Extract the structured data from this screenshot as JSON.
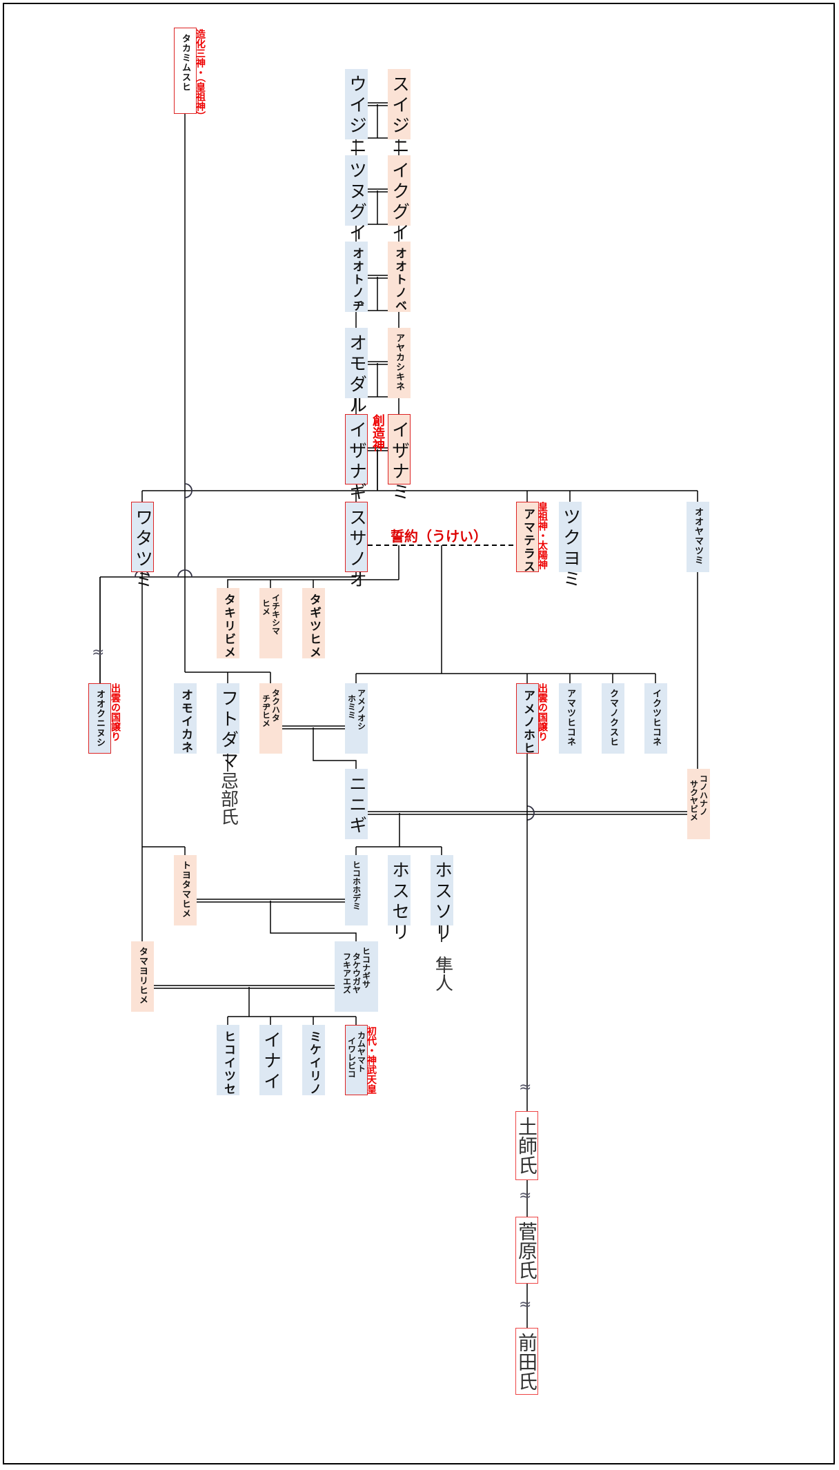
{
  "title": "Kami genealogy chart",
  "nodes": {
    "takamimusuhi": [
      "タカミムスヒ"
    ],
    "uijini": [
      "ウイジニ"
    ],
    "suijini": [
      "スイジニ"
    ],
    "tsunugui": [
      "ツヌグイ"
    ],
    "ikugui": [
      "イクグイ"
    ],
    "ootonochi": [
      "オオトノヂ"
    ],
    "ootonobe": [
      "オオトノベ"
    ],
    "omodaru": [
      "オモダル"
    ],
    "ayakashikine": [
      "アヤカシキネ"
    ],
    "izanagi": [
      "イザナギ"
    ],
    "izanami": [
      "イザナミ"
    ],
    "watatsumi": [
      "ワタツミ"
    ],
    "susanoo": [
      "スサノオ"
    ],
    "amaterasu": [
      "アマテラス"
    ],
    "tsukuyomi": [
      "ツクヨミ"
    ],
    "ooyamatsumi": [
      "オオヤマツミ"
    ],
    "takiribime": [
      "タキリビメ"
    ],
    "ichikishimahime": [
      "イチキシマ",
      "ヒメ"
    ],
    "tagitsuhime": [
      "タギツヒメ"
    ],
    "ookuninushi": [
      "オオクニヌシ"
    ],
    "omoikane": [
      "オモイカネ"
    ],
    "futodama": [
      "フトダマ"
    ],
    "takuhatachiji": [
      "タクハタ",
      "チヂヒメ"
    ],
    "amenooshihomimi": [
      "アメノオシ",
      "ホミミ"
    ],
    "amenohohi": [
      "アメノホヒ"
    ],
    "amatsuhikone": [
      "アマツヒコネ"
    ],
    "kumanokusuhi": [
      "クマノクスヒ"
    ],
    "ikutsuhikone": [
      "イクツヒコネ"
    ],
    "ninigi": [
      "ニニギ"
    ],
    "konohanasakuya": [
      "コノハナノ",
      "サクヤビメ"
    ],
    "toyotamahime": [
      "トヨタマヒメ"
    ],
    "hikohohodemi": [
      "ヒコホホデミ"
    ],
    "hoseri": [
      "ホスセリ"
    ],
    "hosori": [
      "ホスソリ"
    ],
    "tamayorihime": [
      "タマヨリヒメ"
    ],
    "ugayafukiaezu": [
      "ヒコナギサ",
      "タケウガヤ",
      "フキアエズ"
    ],
    "hikoitsuse": [
      "ヒコイツセ"
    ],
    "inai": [
      "イナイ"
    ],
    "mikeirino": [
      "ミケイリノ"
    ],
    "iwarebiko": [
      "カムヤマト",
      "イワレビコ"
    ]
  },
  "notes": {
    "takamimusuhi": "造化三神・（皇祖神）",
    "izanagi_izanami": "創造神",
    "amaterasu": "皇祖神・太陽神",
    "ukei": "誓約（うけい）",
    "ookuninushi": "出雲の国譲り",
    "amenohohi": "出雲の国譲り",
    "iwarebiko": "初代・神武天皇"
  },
  "clans": {
    "inbe": "忌部氏",
    "hayato": "隼人",
    "haji": "土師氏",
    "sugawara": "菅原氏",
    "maeda": "前田氏"
  },
  "symbols": {
    "omitted_generations": "≈"
  },
  "colors": {
    "male_fill": "#dde8f3",
    "female_fill": "#fbe2d5",
    "highlight_border": "#dd2222",
    "note_text": "#ee0000",
    "line": "#000000"
  }
}
